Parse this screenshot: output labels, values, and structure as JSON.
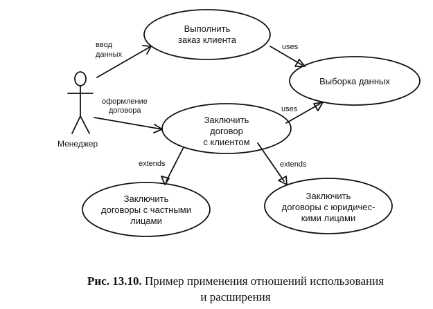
{
  "actor": {
    "label": "Менеджер"
  },
  "use_cases": {
    "execute_order": {
      "line1": "Выполнить",
      "line2": "заказ клиента"
    },
    "data_selection": {
      "label": "Выборка данных"
    },
    "make_contract": {
      "line1": "Заключить",
      "line2": "договор",
      "line3": "с клиентом"
    },
    "private_contracts": {
      "line1": "Заключить",
      "line2": "договоры с частными",
      "line3": "лицами"
    },
    "legal_contracts": {
      "line1": "Заключить",
      "line2": "договоры с юридичес-",
      "line3": "кими лицами"
    }
  },
  "relations": {
    "data_input": {
      "line1": "ввод",
      "line2": "данных"
    },
    "contract_processing": {
      "line1": "оформление",
      "line2": "договора"
    },
    "uses_top": "uses",
    "uses_bottom": "uses",
    "extends_left": "extends",
    "extends_right": "extends"
  },
  "caption": {
    "number": "Рис. 13.10.",
    "line1": "Пример применения отношений использования",
    "line2": "и расширения"
  }
}
